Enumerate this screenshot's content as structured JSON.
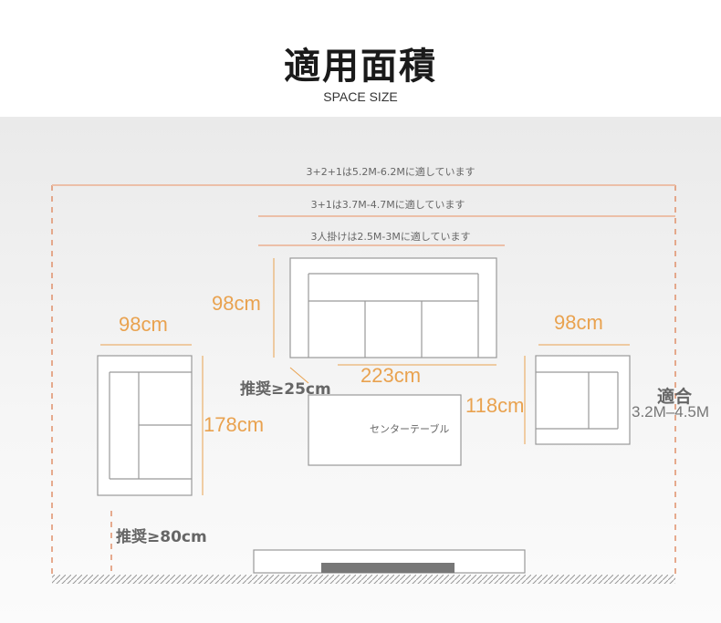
{
  "header": {
    "title": "適用面積",
    "subtitle": "SPACE SIZE"
  },
  "ranges": [
    {
      "label": "3+2+1は5.2M-6.2Mに適しています"
    },
    {
      "label": "3+1は3.7M-4.7Mに適しています"
    },
    {
      "label": "3人掛けは2.5M-3Mに適しています"
    }
  ],
  "dimensions": {
    "sofa_depth": "98cm",
    "sofa_width": "223cm",
    "left_chair_depth": "98cm",
    "left_chair_width": "178cm",
    "right_chair_depth": "98cm",
    "right_chair_width": "118cm"
  },
  "recommend": {
    "table_gap": "推奨≥25cm",
    "walkway": "推奨≥80cm"
  },
  "fit": {
    "label": "適合",
    "range": "3.2M–4.5M"
  },
  "table_label": "センターテーブル",
  "colors": {
    "accent": "#e9a24f",
    "line": "#e8b8a0",
    "outline": "#9a9a9a"
  }
}
